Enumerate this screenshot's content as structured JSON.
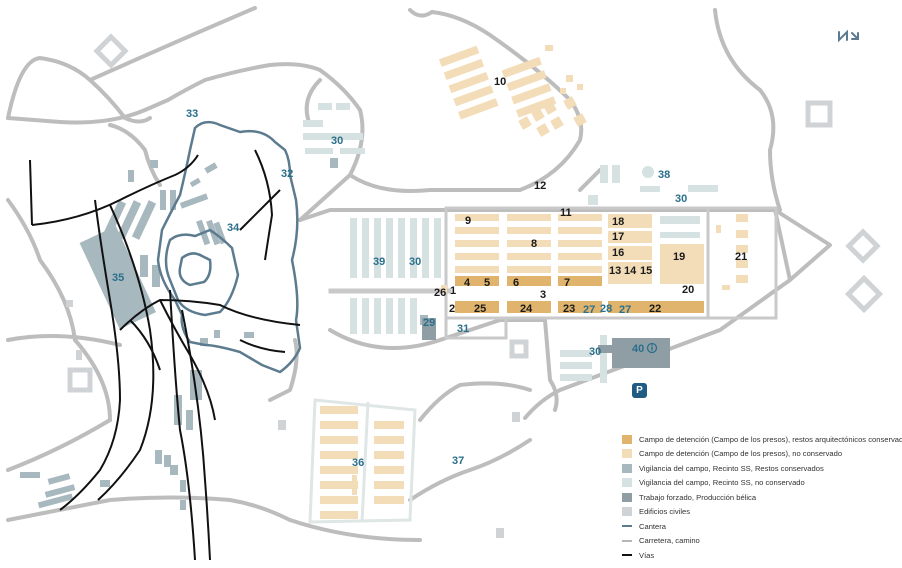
{
  "colors": {
    "prisoner_conserved": "#e0b46c",
    "prisoner_not_conserved": "#f3dcb8",
    "ss_conserved": "#a7b8bf",
    "ss_not_conserved": "#d6e2e2",
    "forced_labour": "#8f9ea4",
    "civil": "#cfd3d5",
    "quarry": "#5c7b8f",
    "road": "#b7b7b7",
    "rail": "#111111",
    "label_blue": "#2a6f8c",
    "parking_bg": "#1f5b85"
  },
  "labels_black": [
    "1",
    "2",
    "3",
    "4",
    "5",
    "6",
    "7",
    "8",
    "9",
    "10",
    "11",
    "12",
    "13",
    "14",
    "15",
    "16",
    "17",
    "18",
    "19",
    "20",
    "21",
    "22",
    "23",
    "24",
    "25",
    "26"
  ],
  "labels_blue": [
    "27",
    "27",
    "28",
    "29",
    "30",
    "30",
    "30",
    "30",
    "31",
    "32",
    "33",
    "34",
    "35",
    "36",
    "37",
    "38",
    "39",
    "40"
  ],
  "parking": "P",
  "info_icon": "info-icon",
  "compass_icon": "north-arrow-icon",
  "legend": [
    {
      "kind": "swatch",
      "color": "#e0b46c",
      "text": "Campo de detención (Campo de los presos), restos arquitectónicos conservados"
    },
    {
      "kind": "swatch",
      "color": "#f3dcb8",
      "text": "Campo de detención (Campo de los presos), no conservado"
    },
    {
      "kind": "swatch",
      "color": "#a7b8bf",
      "text": "Vigilancia del campo, Recinto SS, Restos conservados"
    },
    {
      "kind": "swatch",
      "color": "#d6e2e2",
      "text": "Vigilancia del campo, Recinto SS, no conservado"
    },
    {
      "kind": "swatch",
      "color": "#8f9ea4",
      "text": "Trabajo forzado, Producción bélica"
    },
    {
      "kind": "swatch",
      "color": "#cfd3d5",
      "text": "Edificios civiles"
    },
    {
      "kind": "line",
      "color": "#5c7b8f",
      "text": "Cantera"
    },
    {
      "kind": "line",
      "color": "#b7b7b7",
      "text": "Carretera, camino"
    },
    {
      "kind": "line",
      "color": "#111111",
      "text": "Vías"
    }
  ]
}
